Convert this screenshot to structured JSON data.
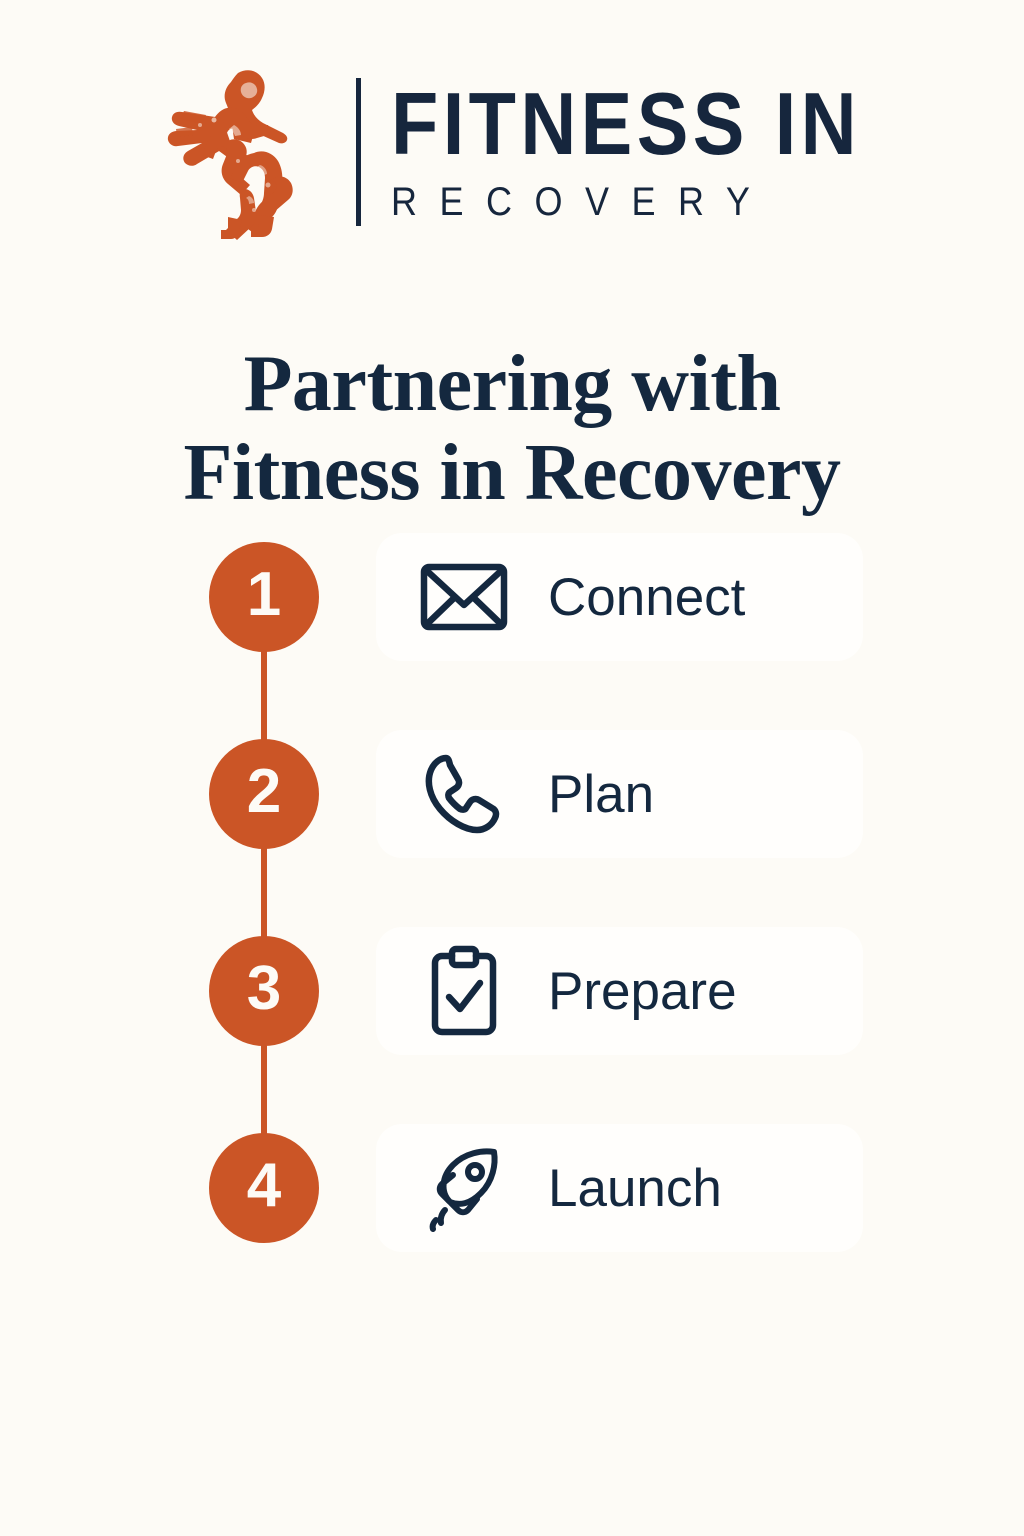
{
  "brand": {
    "logo_mark": "boxer-figure-icon",
    "name_line1": "FITNESS IN",
    "name_line2": "RECOVERY",
    "orange": "#cb5526",
    "navy": "#14283f",
    "background": "#fdfbf6",
    "card_background": "#fffefc"
  },
  "headline": {
    "line1": "Partnering with",
    "line2": "Fitness in Recovery"
  },
  "timeline": {
    "steps": [
      {
        "number": "1",
        "icon": "envelope-icon",
        "label": "Connect"
      },
      {
        "number": "2",
        "icon": "phone-icon",
        "label": "Plan"
      },
      {
        "number": "3",
        "icon": "clipboard-check-icon",
        "label": "Prepare"
      },
      {
        "number": "4",
        "icon": "rocket-icon",
        "label": "Launch"
      }
    ]
  }
}
